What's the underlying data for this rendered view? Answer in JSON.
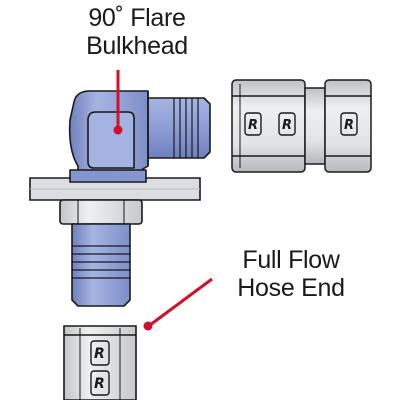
{
  "labels": {
    "bulkhead": {
      "line1": "90˚ Flare",
      "line2": "Bulkhead"
    },
    "hose_end": {
      "line1": "Full Flow",
      "line2": "Hose End"
    }
  },
  "hex_logo_text": "R",
  "colors": {
    "fitting_blue": "#95a5d8",
    "fitting_blue_dark": "#6677b5",
    "silver": "#dcdde0",
    "silver_shade": "#b9bbc0",
    "leader_red": "#d0112b",
    "outline": "#1a1a1a"
  }
}
